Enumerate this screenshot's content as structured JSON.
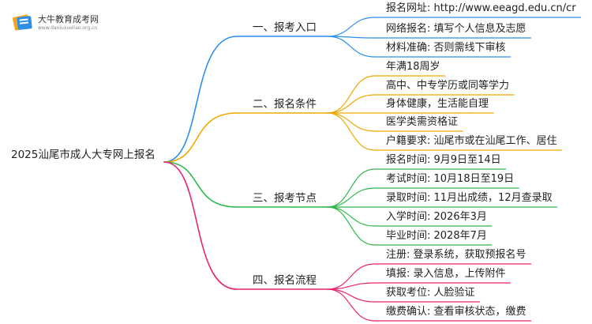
{
  "logo": {
    "title": "大牛教育成考网",
    "url": "www.daniuxueliao.org.cn",
    "colors": {
      "orange": "#f5a623",
      "blue": "#2d8fe6"
    }
  },
  "root": {
    "label": "2025汕尾市成人大专网上报名"
  },
  "branches": [
    {
      "label": "一、报考入口",
      "color": "#2b8ff0",
      "items": [
        "报名网址: http://www.eeagd.edu.cn/cr",
        "网络报名: 填写个人信息及志愿",
        "材料准确: 否则需线下审核"
      ]
    },
    {
      "label": "二、报名条件",
      "color": "#f0a800",
      "items": [
        "年满18周岁",
        "高中、中专学历或同等学力",
        "身体健康，生活能自理",
        "医学类需资格证",
        "户籍要求: 汕尾市或在汕尾工作、居住"
      ]
    },
    {
      "label": "三、报考节点",
      "color": "#2cb84a",
      "items": [
        "报名时间: 9月9日至14日",
        "考试时间: 10月18日至19日",
        "录取时间: 11月出成绩，12月查录取",
        "入学时间: 2026年3月",
        "毕业时间: 2028年7月"
      ]
    },
    {
      "label": "四、报名流程",
      "color": "#e8246e",
      "items": [
        "注册: 登录系统，获取预报名号",
        "填报: 录入信息，上传附件",
        "获取考位: 人脸验证",
        "缴费确认: 查看审核状态，缴费"
      ]
    }
  ]
}
